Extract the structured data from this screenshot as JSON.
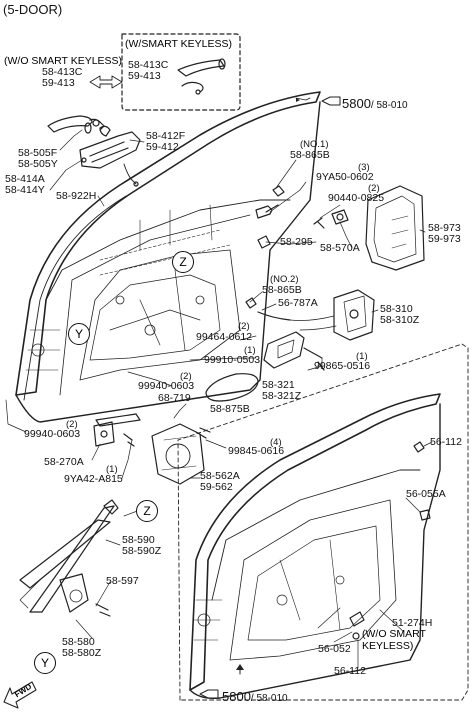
{
  "header": {
    "title": "(5-DOOR)"
  },
  "callouts": {
    "smart_keyless_box": "(W/SMART KEYLESS)",
    "wo_smart_keyless": "(W/O SMART KEYLESS)",
    "wo_smart_keyless_lower": "(W/O SMART KEYLESS)"
  },
  "labels": {
    "l_58_413C_a": "58-413C",
    "l_59_413_a": "59-413",
    "l_58_413C_b": "58-413C",
    "l_59_413_b": "59-413",
    "l_58_505F": "58-505F",
    "l_58_505Y": "58-505Y",
    "l_58_414A": "58-414A",
    "l_58_414Y": "58-414Y",
    "l_58_412F": "58-412F",
    "l_59_412": "59-412",
    "l_58_922H": "58-922H",
    "l_no1": "(NO.1)",
    "l_58_865B_a": "58-865B",
    "l_3": "(3)",
    "l_9YA50_0602": "9YA50-0602",
    "l_2a": "(2)",
    "l_90440_0825": "90440-0825",
    "l_58_973": "58-973",
    "l_59_973": "59-973",
    "l_58_295": "58-295",
    "l_58_570A": "58-570A",
    "l_no2": "(NO.2)",
    "l_58_865B_b": "58-865B",
    "l_56_787A": "56-787A",
    "l_58_310": "58-310",
    "l_58_310Z": "58-310Z",
    "l_2b": "(2)",
    "l_99464_0612": "99464-0612",
    "l_1a": "(1)",
    "l_99910_0503": "99910-0503",
    "l_1b": "(1)",
    "l_99865_0516": "99865-0516",
    "l_2c": "(2)",
    "l_99940_0603_a": "99940-0603",
    "l_58_321": "58-321",
    "l_58_321Z": "58-321Z",
    "l_68_719": "68-719",
    "l_58_875B": "58-875B",
    "l_2d": "(2)",
    "l_99940_0603_b": "99940-0603",
    "l_4": "(4)",
    "l_99845_0616": "99845-0616",
    "l_58_270A": "58-270A",
    "l_1c": "(1)",
    "l_9YA42_A815": "9YA42-A815",
    "l_58_562A": "58-562A",
    "l_59_562": "59-562",
    "l_56_112_a": "56-112",
    "l_56_055A": "56-055A",
    "l_58_590": "58-590",
    "l_58_590Z": "58-590Z",
    "l_58_597": "58-597",
    "l_58_580": "58-580",
    "l_58_580Z": "58-580Z",
    "l_51_274H": "51-274H",
    "l_56_052": "56-052",
    "l_56_112_b": "56-112"
  },
  "refs": {
    "top_main": "5800",
    "top_sub": "/ 58-010",
    "bottom_main": "5800",
    "bottom_sub": "/ 58-010"
  },
  "markers": {
    "z1": "Z",
    "z2": "Z",
    "y1": "Y",
    "y2": "Y"
  },
  "fwd": "FWD"
}
